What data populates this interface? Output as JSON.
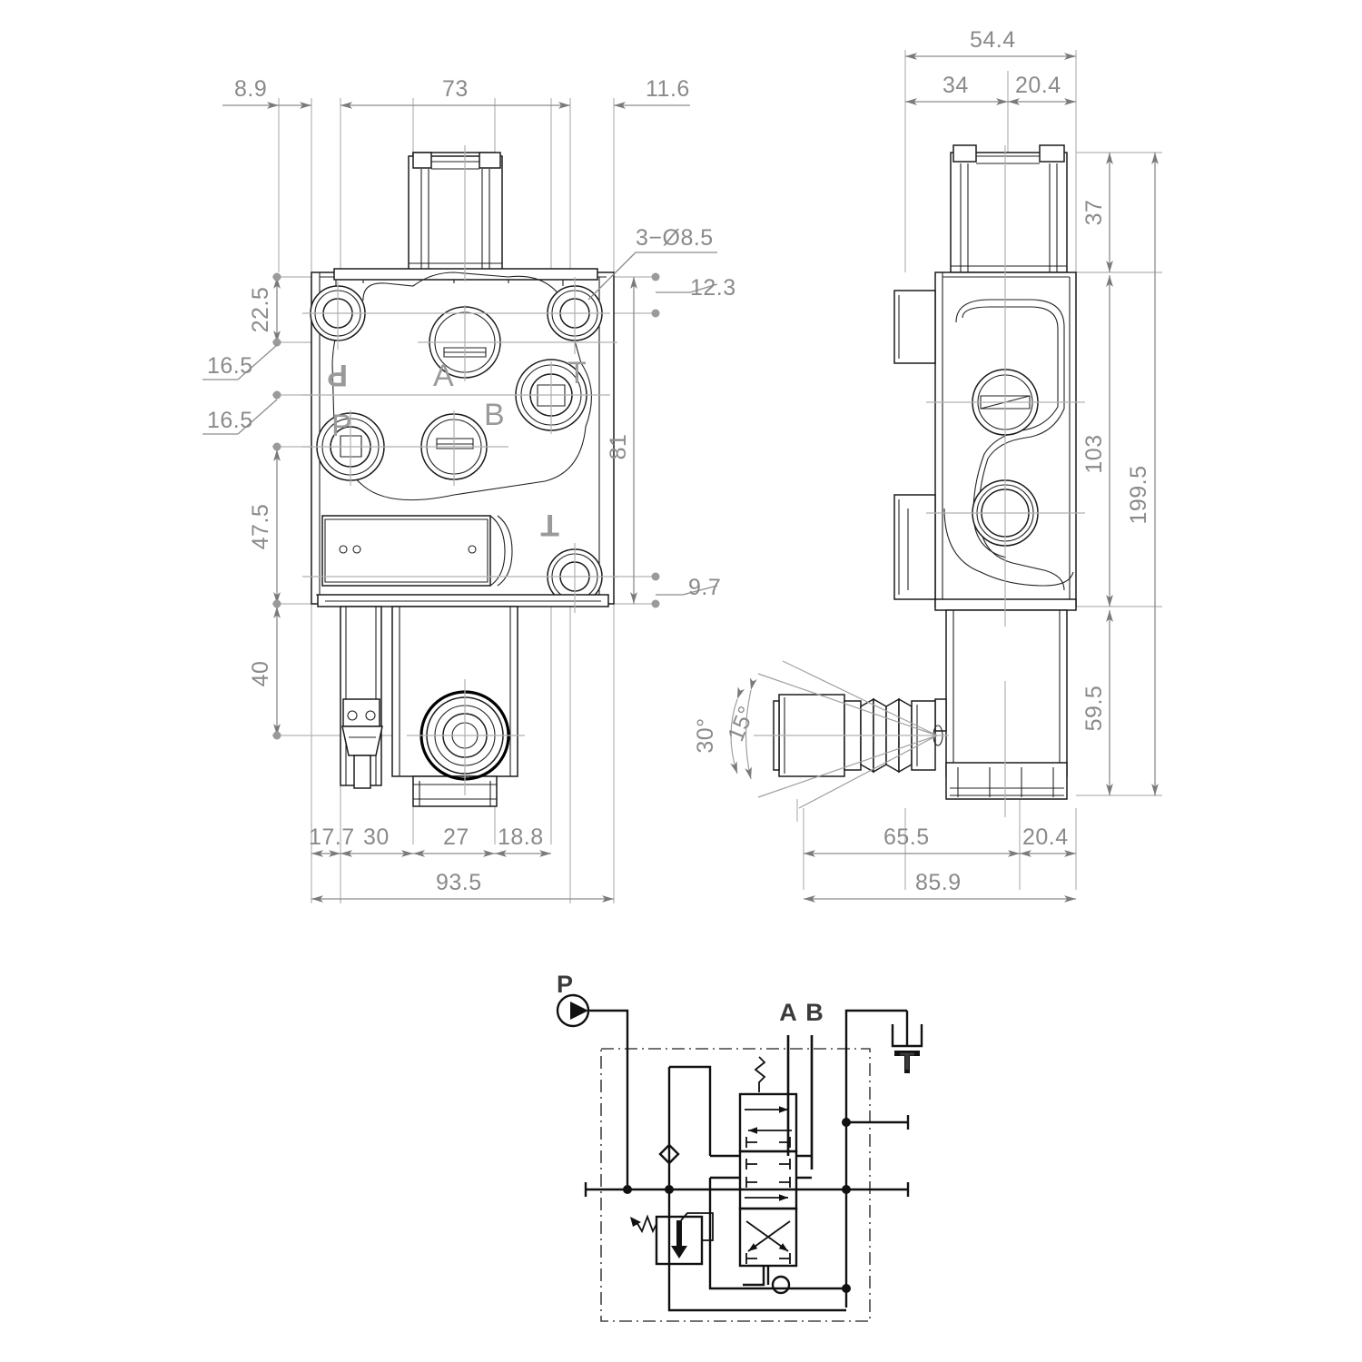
{
  "drawing": {
    "title": "Hydraulic Directional Control Valve - Dimensional Drawing",
    "units": "mm"
  },
  "views": {
    "front": {
      "name": "front-view",
      "horizontal_dims_top": [
        "8.9",
        "73",
        "11.6"
      ],
      "horizontal_dims_bottom": [
        "17.7",
        "30",
        "27",
        "18.8"
      ],
      "overall_width": "93.5",
      "vertical_dims_left": [
        "22.5",
        "16.5",
        "16.5",
        "47.5",
        "40"
      ],
      "vertical_dims_right": [
        "12.3",
        "81",
        "9.7"
      ],
      "hole_callout": "3−Ø8.5",
      "port_labels": [
        "P",
        "A",
        "T",
        "P",
        "B"
      ]
    },
    "side": {
      "name": "side-view",
      "horizontal_dims_top": [
        "54.4",
        "34",
        "20.4"
      ],
      "horizontal_dims_bottom": [
        "65.5",
        "20.4"
      ],
      "overall_depth": "85.9",
      "vertical_dims_right": [
        "37",
        "103",
        "59.5"
      ],
      "overall_height": "199.5",
      "lever_angles": [
        "15°",
        "30°"
      ]
    }
  },
  "schematic": {
    "name": "hydraulic-circuit-schematic",
    "labels": {
      "pump_port": "P",
      "tank_port": "T",
      "work_port_a": "A",
      "work_port_b": "B"
    },
    "components": [
      "pump-symbol",
      "check-valve",
      "relief-valve",
      "directional-control-valve",
      "tank-symbol"
    ]
  },
  "colors": {
    "dimension_line": "#8c8c8c",
    "object_line": "#1b1b1b",
    "port_label": "#9a9a9a",
    "schematic_line": "#111111",
    "background": "#ffffff"
  }
}
